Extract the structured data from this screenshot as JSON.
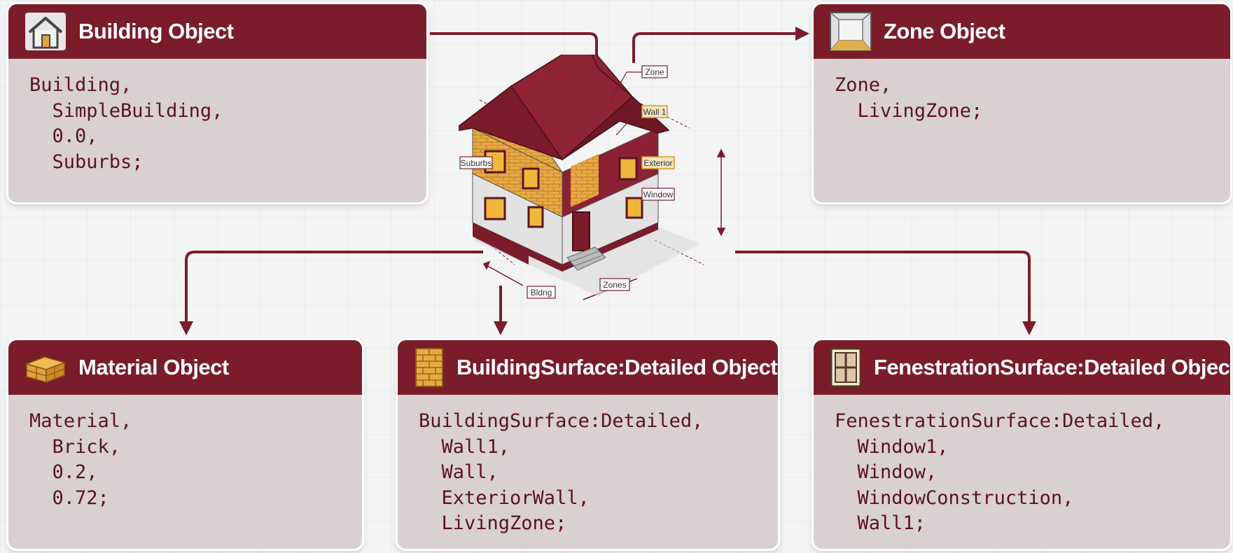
{
  "colors": {
    "accent": "#7b1c2a",
    "card_body": "#d9d0d1",
    "code_text": "#5b1420",
    "brick": "#e2a23a",
    "label_border": "#e0a020"
  },
  "cards": {
    "building": {
      "title": "Building Object",
      "icon": "house-icon",
      "code": "Building,\n  SimpleBuilding,\n  0.0,\n  Suburbs;"
    },
    "zone": {
      "title": "Zone Object",
      "icon": "room-icon",
      "code": "Zone,\n  LivingZone;"
    },
    "material": {
      "title": "Material Object",
      "icon": "bricks-icon",
      "code": "Material,\n  Brick,\n  0.2,\n  0.72;"
    },
    "surface": {
      "title": "BuildingSurface:Detailed Object",
      "icon": "brick-wall-icon",
      "code": "BuildingSurface:Detailed,\n  Wall1,\n  Wall,\n  ExteriorWall,\n  LivingZone;"
    },
    "fenestration": {
      "title": "FenestrationSurface:Detailed Object",
      "icon": "window-icon",
      "code": "FenestrationSurface:Detailed,\n  Window1,\n  Window,\n  WindowConstruction,\n  Wall1;"
    }
  },
  "house_labels": {
    "zone": "Zone",
    "wall": "Wall 1",
    "exterior": "Exterior",
    "window": "Window",
    "suburbs": "Suburbs",
    "bldg": "Bldng",
    "zones": "Zones"
  }
}
